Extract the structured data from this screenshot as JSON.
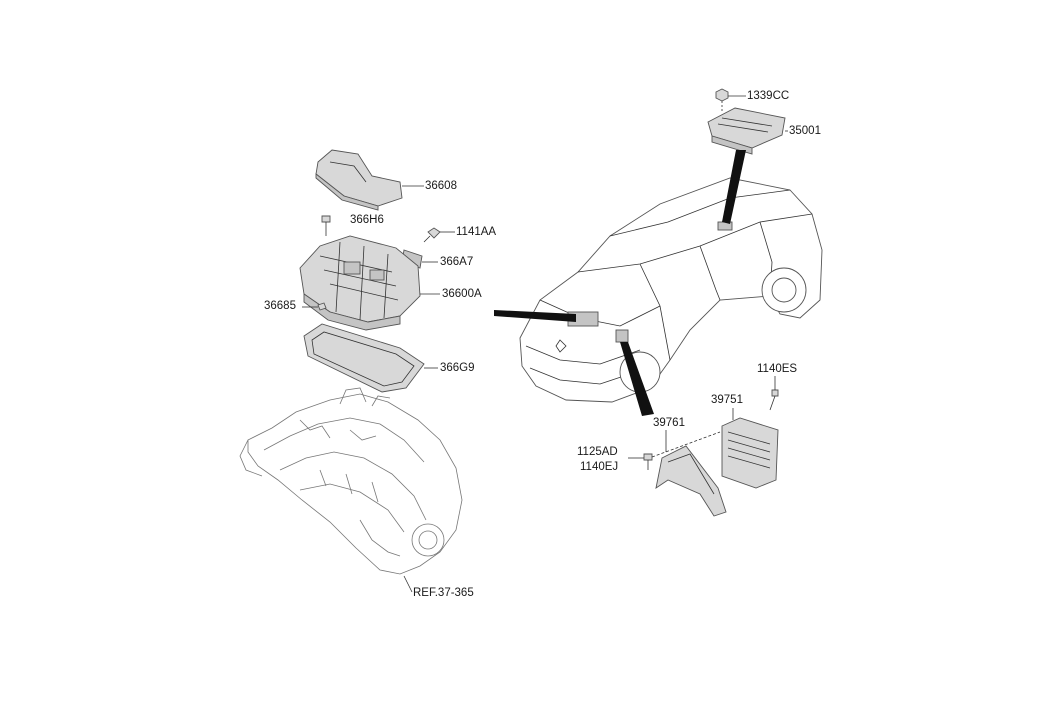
{
  "labels": {
    "p1339CC": "1339CC",
    "p35001": "35001",
    "p36608": "36608",
    "p366H6": "366H6",
    "p1141AA": "1141AA",
    "p366A7": "366A7",
    "p36600A": "36600A",
    "p36685": "36685",
    "p366G9": "366G9",
    "p1140ES": "1140ES",
    "p39751": "39751",
    "p39761": "39761",
    "p1125AD": "1125AD",
    "p1140EJ": "1140EJ",
    "ref": "REF.37-365"
  }
}
